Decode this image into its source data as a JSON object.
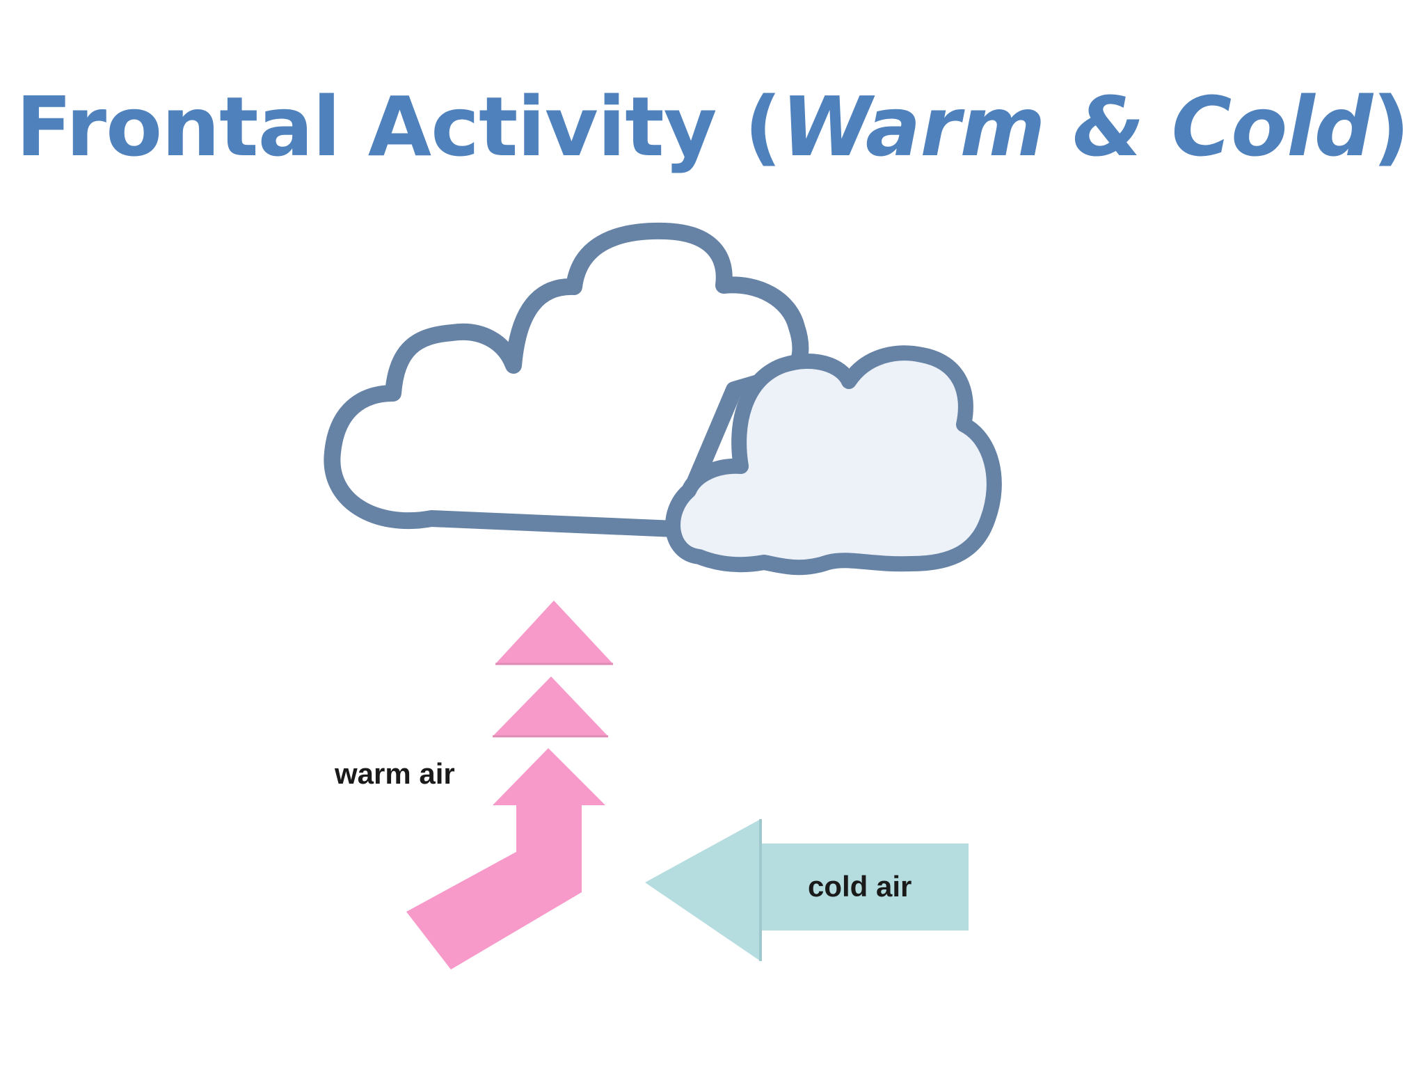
{
  "title": {
    "prefix": "Frontal Activity (",
    "warm": "Warm",
    "amp": " & ",
    "cold": "Cold",
    "suffix": ")"
  },
  "labels": {
    "warm_air": "warm air",
    "cold_air": "cold air"
  },
  "colors": {
    "title": "#4f81bd",
    "cloud_outline": "#6683a6",
    "cloud_fill": "#ffffff",
    "cloud_fill_right": "#edf1f8",
    "warm_arrow": "#f79ac9",
    "cold_arrow": "#b5dde0"
  }
}
